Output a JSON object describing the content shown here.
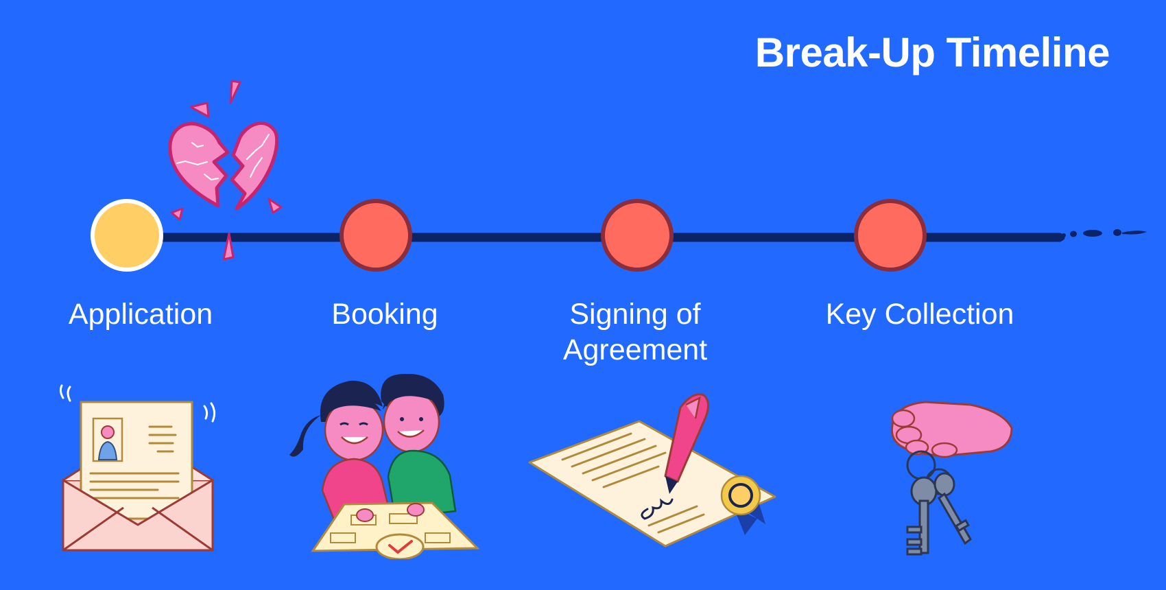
{
  "title": "Break-Up Timeline",
  "colors": {
    "background": "#2269FF",
    "track": "#0A2467",
    "active_node": "#FFCE65",
    "node": "#FF6B5E",
    "node_border": "#8B2D3A",
    "heart": "#F58BC2"
  },
  "steps": [
    {
      "label": "Application",
      "status": "current",
      "icon": "envelope-application-icon"
    },
    {
      "label": "Booking",
      "status": "upcoming",
      "icon": "couple-booking-icon"
    },
    {
      "label": "Signing of Agreement",
      "status": "upcoming",
      "icon": "signing-document-icon"
    },
    {
      "label": "Key Collection",
      "status": "upcoming",
      "icon": "keys-in-hand-icon"
    }
  ],
  "decoration": {
    "icon": "broken-heart-icon"
  }
}
